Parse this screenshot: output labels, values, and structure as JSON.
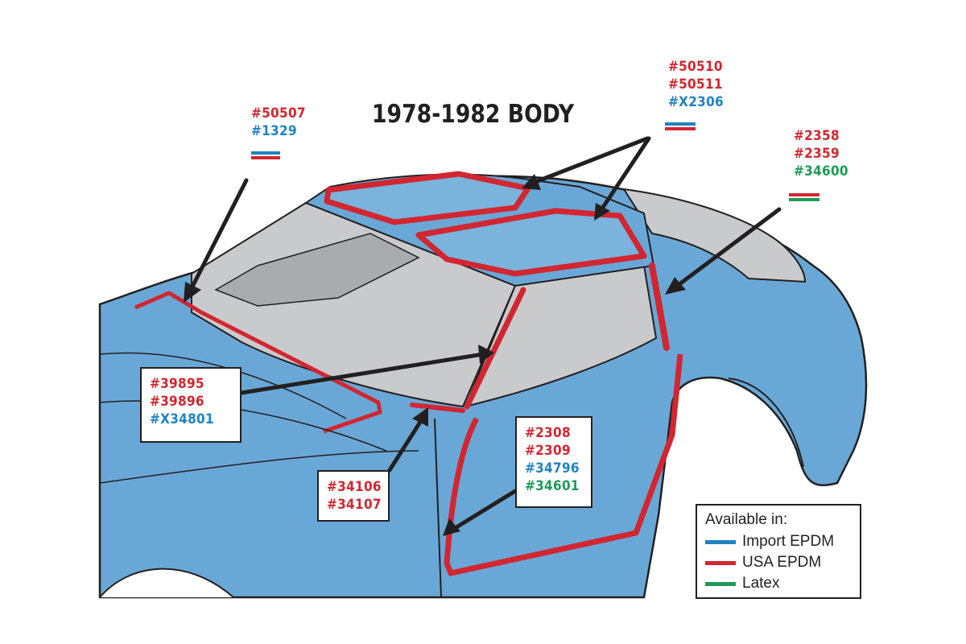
{
  "title": "1978-1982 BODY",
  "colors": {
    "red": "#d22630",
    "blue": "#1f83c2",
    "green": "#1e9a58",
    "body_blue": "#69a8d6",
    "glass_grey": "#c9cacc",
    "outline": "#231f20"
  },
  "callouts": {
    "windshield_upper": {
      "codes": [
        {
          "text": "#50507",
          "color": "red"
        },
        {
          "text": "#1329",
          "color": "blue"
        }
      ]
    },
    "roof_panels": {
      "codes": [
        {
          "text": "#50510",
          "color": "red"
        },
        {
          "text": "#50511",
          "color": "red"
        },
        {
          "text": "#X2306",
          "color": "blue"
        }
      ]
    },
    "rear_pillar": {
      "codes": [
        {
          "text": "#2358",
          "color": "red"
        },
        {
          "text": "#2359",
          "color": "red"
        },
        {
          "text": "#34600",
          "color": "green"
        }
      ]
    },
    "windshield_lower": {
      "codes": [
        {
          "text": "#39895",
          "color": "red"
        },
        {
          "text": "#39896",
          "color": "red"
        },
        {
          "text": "#X34801",
          "color": "blue"
        }
      ]
    },
    "cowl": {
      "codes": [
        {
          "text": "#34106",
          "color": "red"
        },
        {
          "text": "#34107",
          "color": "red"
        }
      ]
    },
    "door": {
      "codes": [
        {
          "text": "#2308",
          "color": "red"
        },
        {
          "text": "#2309",
          "color": "red"
        },
        {
          "text": "#34796",
          "color": "blue"
        },
        {
          "text": "#34601",
          "color": "green"
        }
      ]
    }
  },
  "legend": {
    "title": "Available in:",
    "items": [
      {
        "label": "Import EPDM",
        "color": "#1f83c2"
      },
      {
        "label": "USA EPDM",
        "color": "#d22630"
      },
      {
        "label": "Latex",
        "color": "#1e9a58"
      }
    ]
  }
}
